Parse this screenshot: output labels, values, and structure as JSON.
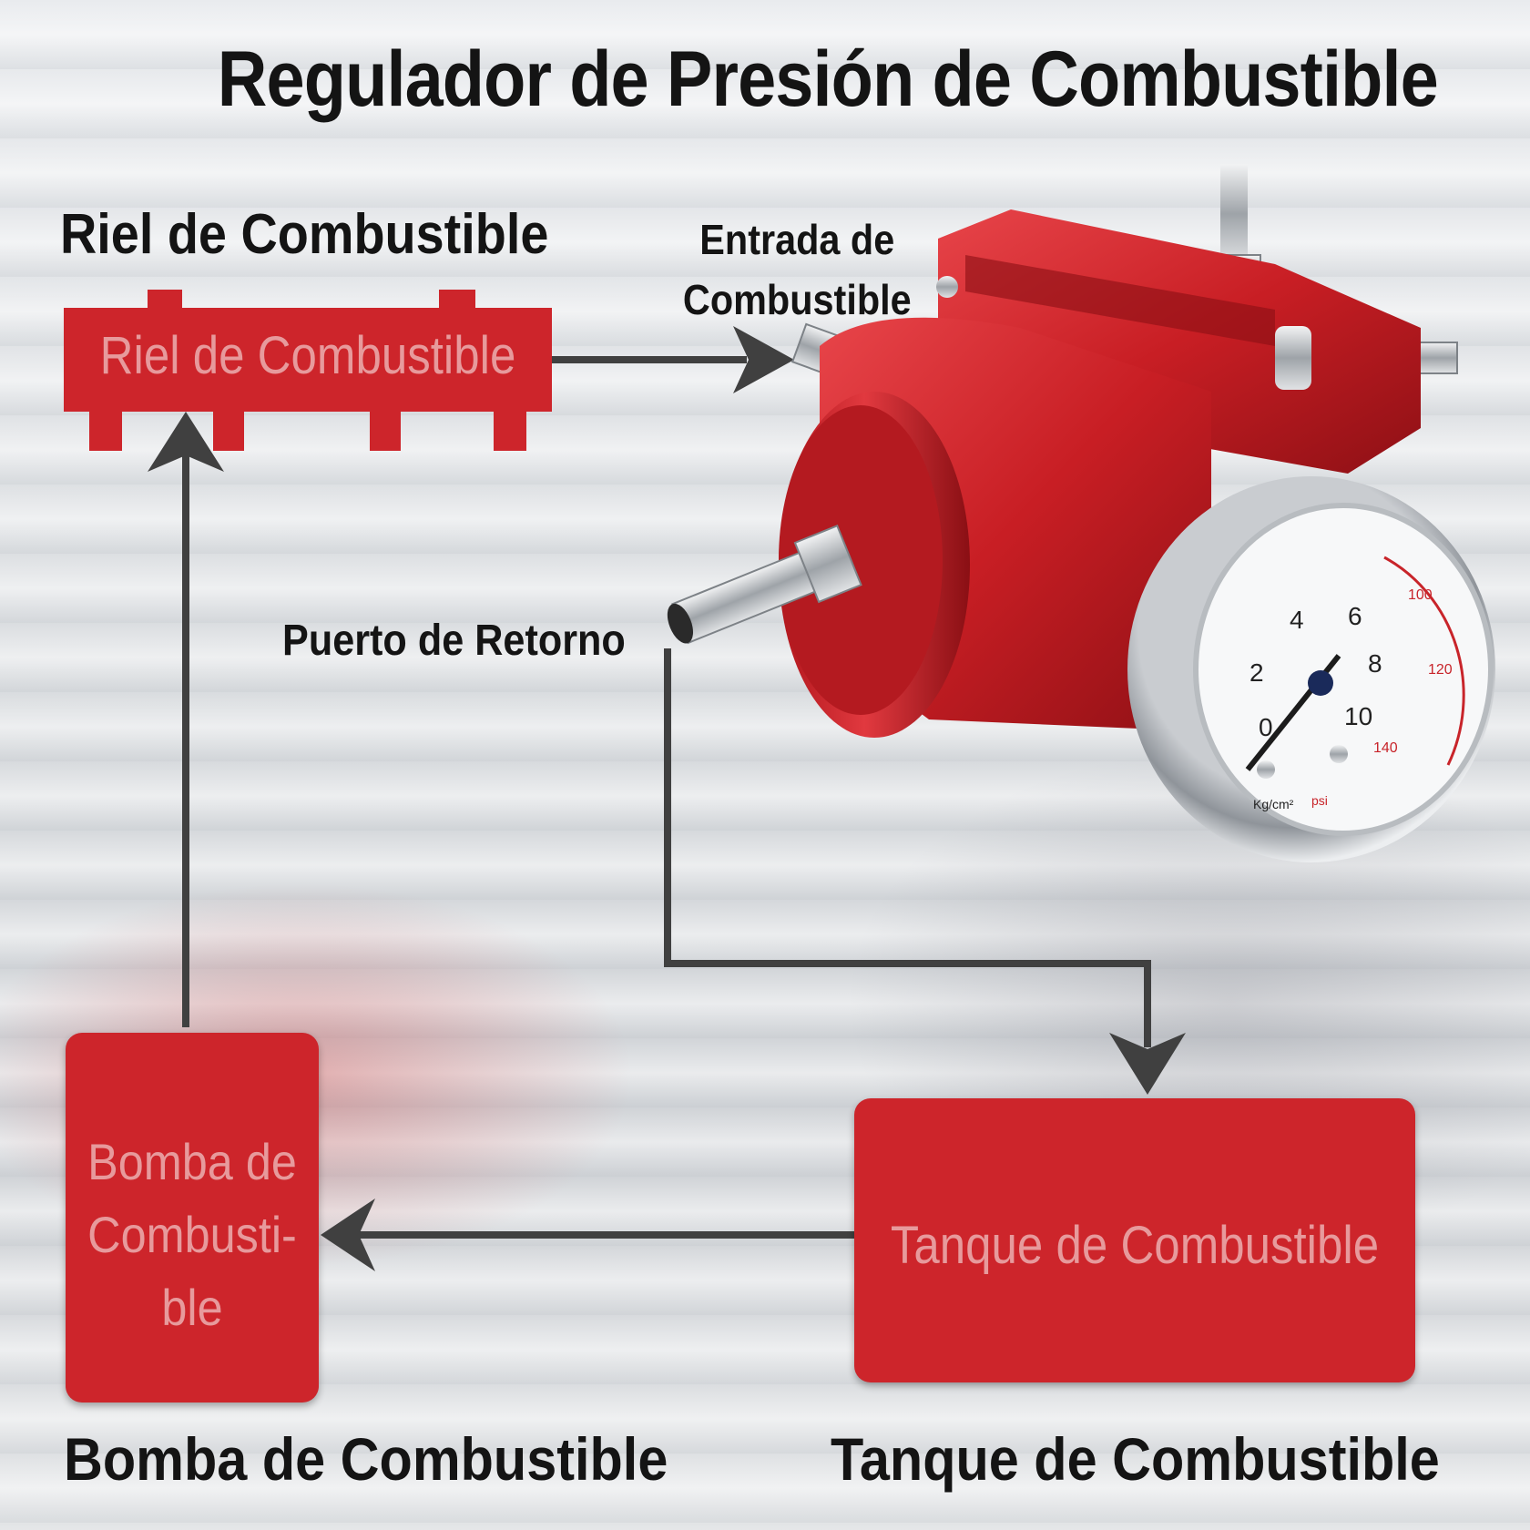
{
  "title": "Regulador de Presión de Combustible",
  "labels": {
    "rail": "Riel de Combustible",
    "inlet_line1": "Entrada de",
    "inlet_line2": "Combustible",
    "return_port": "Puerto de Retorno",
    "pump": "Bomba de Combustible",
    "tank": "Tanque de Combustible"
  },
  "boxes": {
    "rail": "Riel de Combustible",
    "pump_line1": "Bomba de",
    "pump_line2": "Combusti-",
    "pump_line3": "ble",
    "tank": "Tanque de Combustible"
  },
  "gauge": {
    "kg_ticks": [
      "0",
      "2",
      "4",
      "6",
      "8",
      "10"
    ],
    "psi_ticks": [
      "100",
      "120",
      "140"
    ],
    "unit_kg": "Kg/cm²",
    "unit_psi": "psi"
  },
  "colors": {
    "box_red": "#cd252b",
    "box_text": "#e79a9c",
    "arrow": "#404040",
    "regulator_red": "#c81e24",
    "text": "#141414"
  }
}
